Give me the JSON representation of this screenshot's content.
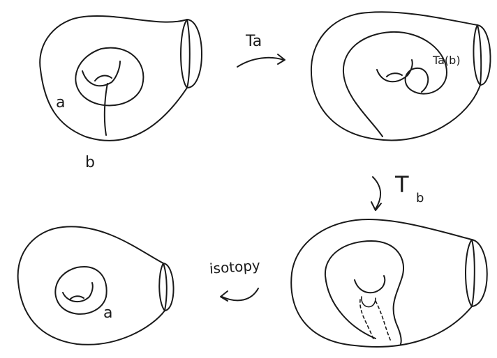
{
  "labels": {
    "top_left_curve_a": "a",
    "top_left_curve_b": "b",
    "arrow_top": "Ta",
    "top_right_curve": "Ta(b)",
    "arrow_right": "T",
    "arrow_right_sub": "b",
    "arrow_bottom": "isotopy",
    "bottom_left_curve_a": "a"
  }
}
